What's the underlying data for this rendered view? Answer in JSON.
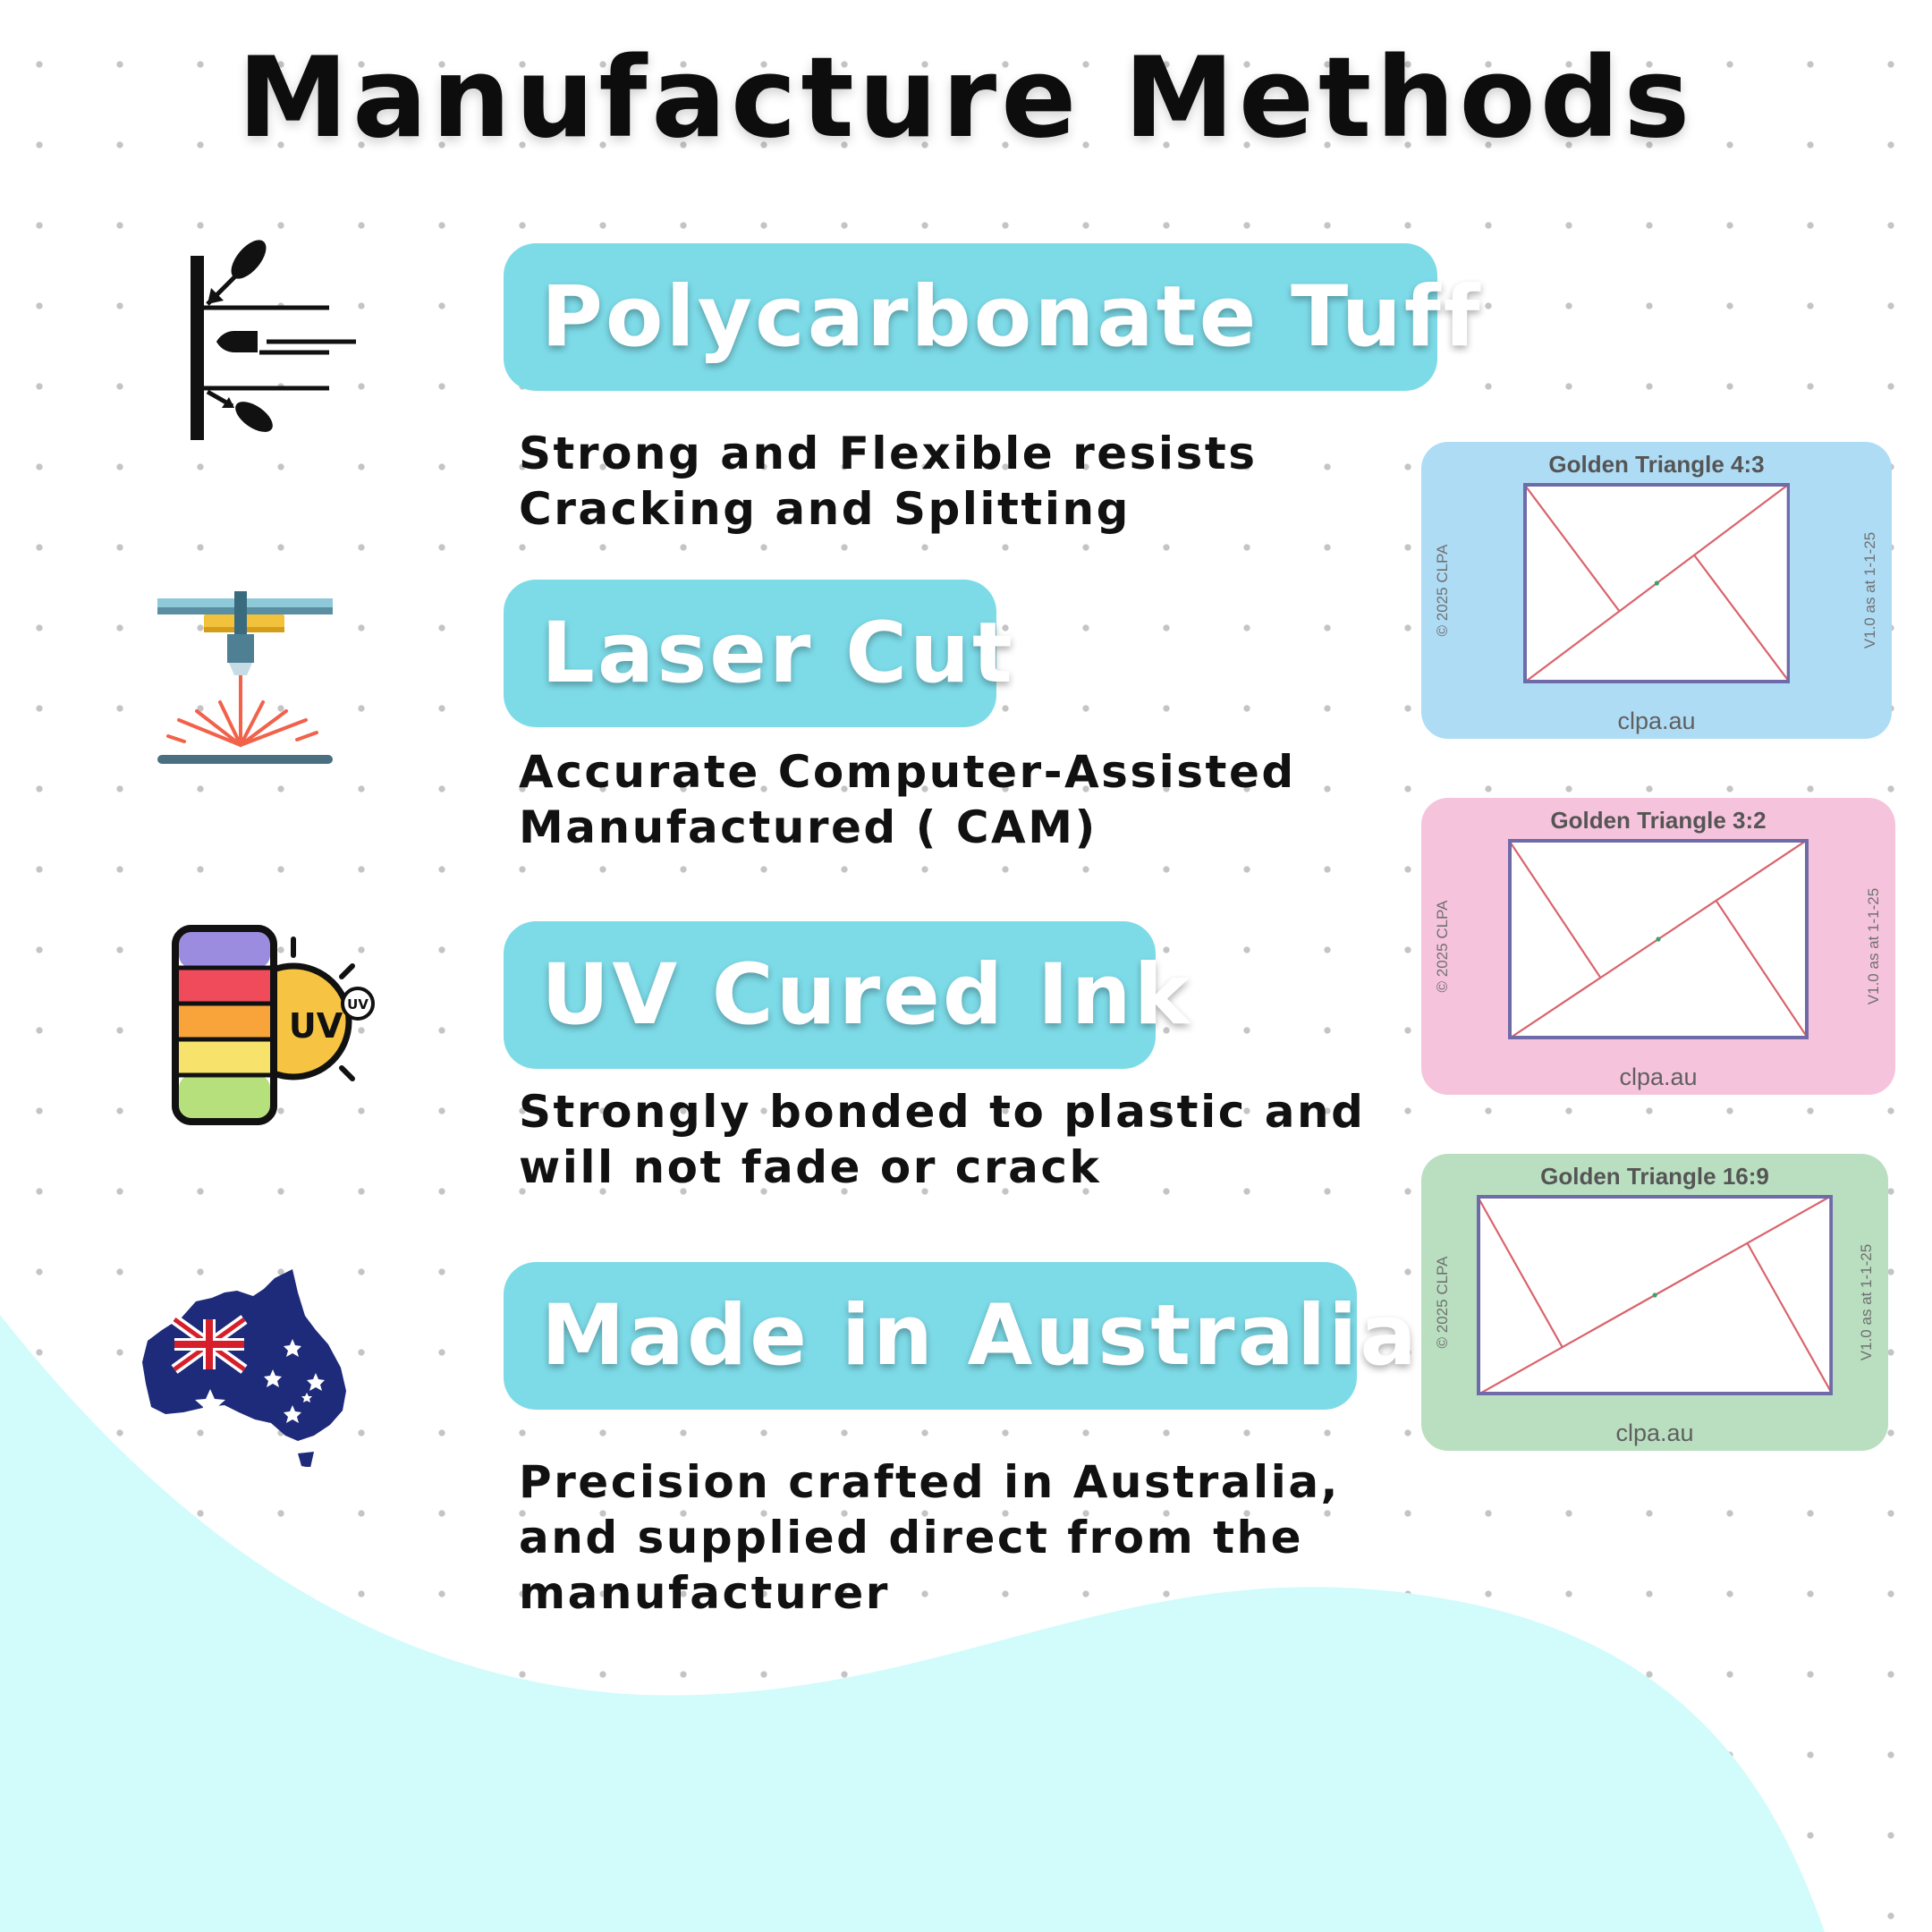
{
  "page": {
    "title": "Manufacture Methods",
    "colors": {
      "pill": "#7ddbe8",
      "wave": "#d2fbfb",
      "card_blue": "#aedcf5",
      "card_pink": "#f6c3dc",
      "card_green": "#b9dfc0",
      "frame": "#6f6aa8",
      "line": "#d9646c"
    }
  },
  "methods": [
    {
      "icon": "bullet-deflect-icon",
      "heading": "Polycarbonate Tuff",
      "description": "Strong and Flexible resists\nCracking and Splitting"
    },
    {
      "icon": "laser-cutter-icon",
      "heading": "Laser Cut",
      "description": "Accurate Computer-Assisted\nManufactured ( CAM)"
    },
    {
      "icon": "uv-ink-icon",
      "heading": "UV Cured Ink",
      "description": "Strongly bonded to plastic and\nwill not fade or crack"
    },
    {
      "icon": "australia-flag-map-icon",
      "heading": "Made in Australia",
      "description": "Precision crafted in Australia,\nand supplied direct from the\nmanufacturer"
    }
  ],
  "uv_icon_label": "UV",
  "uv_badge_label": "UV",
  "cards": [
    {
      "title": "Golden Triangle 4:3",
      "site": "clpa.au",
      "copyright": "© 2025 CLPA",
      "version": "V1.0 as at 1-1-25",
      "ratio": [
        4,
        3
      ],
      "color": "#aedcf5"
    },
    {
      "title": "Golden Triangle 3:2",
      "site": "clpa.au",
      "copyright": "© 2025 CLPA",
      "version": "V1.0 as at 1-1-25",
      "ratio": [
        3,
        2
      ],
      "color": "#f6c3dc"
    },
    {
      "title": "Golden Triangle 16:9",
      "site": "clpa.au",
      "copyright": "© 2025 CLPA",
      "version": "V1.0 as at 1-1-25",
      "ratio": [
        16,
        9
      ],
      "color": "#b9dfc0"
    }
  ]
}
